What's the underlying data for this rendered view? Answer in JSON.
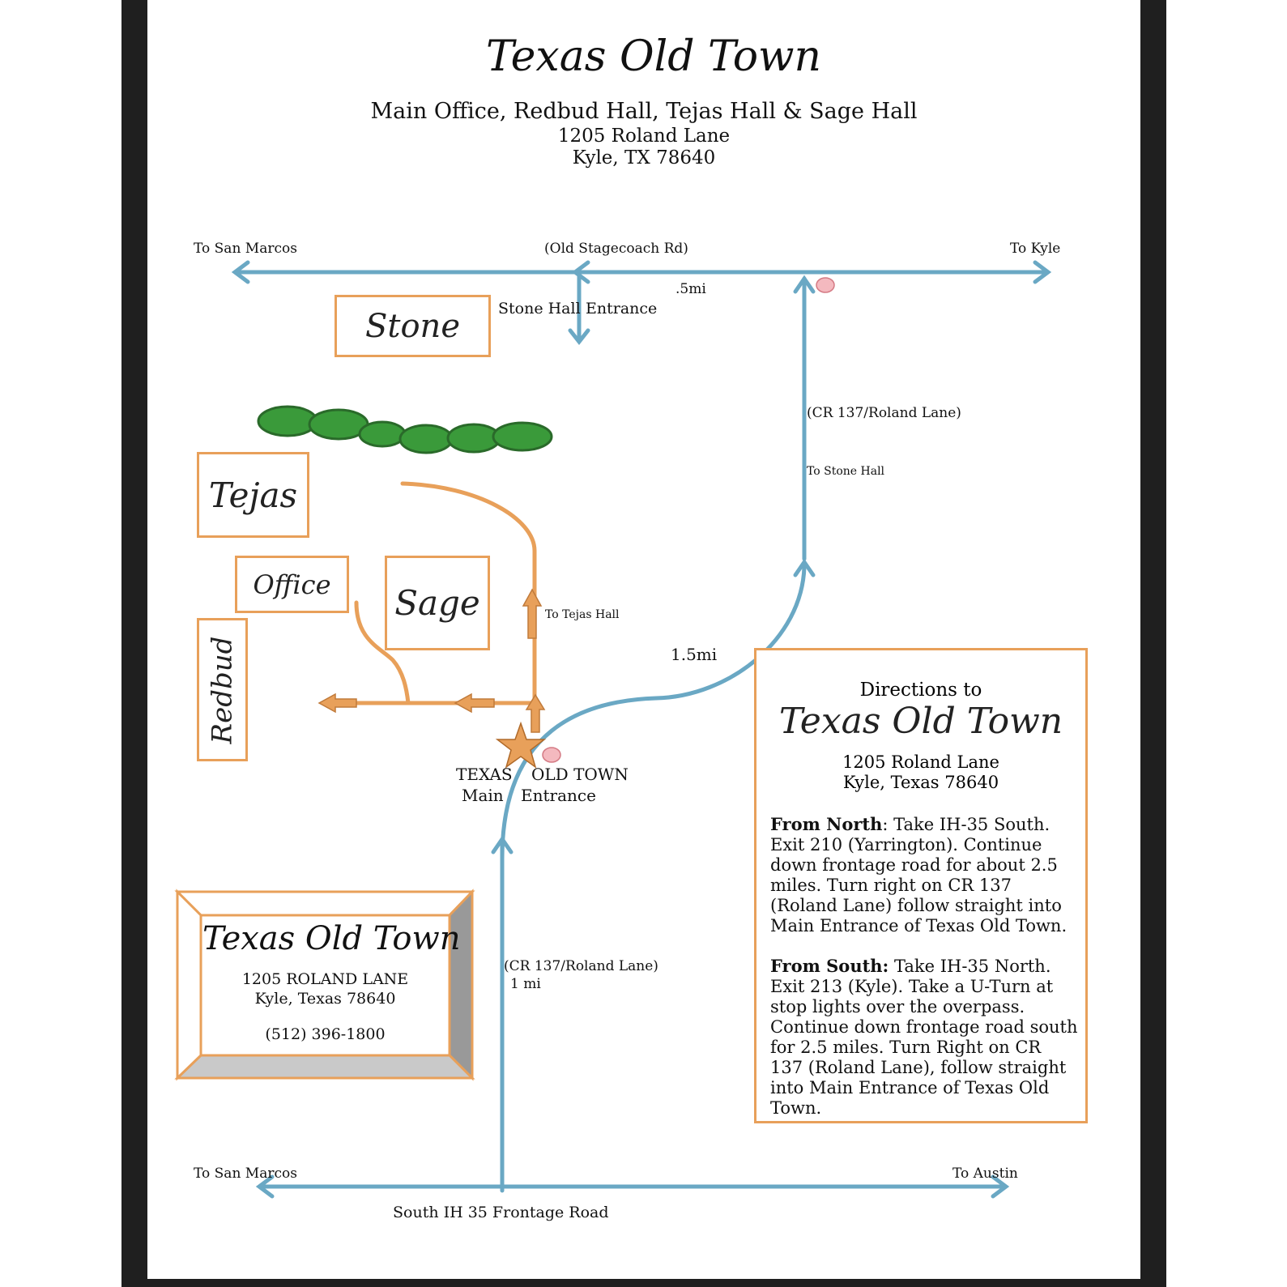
{
  "header": {
    "title": "Texas Old Town",
    "subtitle": "Main Office, Redbud Hall, Tejas Hall & Sage Hall",
    "address1": "1205 Roland Lane",
    "address2": "Kyle, TX 78640"
  },
  "roads": {
    "to_san_marcos_top": "To San Marcos",
    "old_stagecoach": "(Old Stagecoach Rd)",
    "to_kyle": "To Kyle",
    "half_mile": ".5mi",
    "stone_hall": "Stone Hall",
    "stone_entrance": "Entrance",
    "cr137_top": "(CR 137/Roland Lane)",
    "to_stone_hall": "To Stone Hall",
    "to_tejas_hall": "To Tejas Hall",
    "one_half_mile": "1.5mi",
    "texas": "TEXAS",
    "old_town": "OLD TOWN",
    "main": "Main",
    "entrance": "Entrance",
    "cr137_bottom": "(CR 137/Roland Lane)",
    "one_mile": "1 mi",
    "to_san_marcos_bottom": "To San Marcos",
    "to_austin": "To Austin",
    "frontage": "South IH 35 Frontage Road"
  },
  "buildings": {
    "stone": "Stone",
    "tejas": "Tejas",
    "office": "Office",
    "sage": "Sage",
    "redbud": "Redbud"
  },
  "card": {
    "title": "Texas Old Town",
    "line1": "1205 ROLAND LANE",
    "line2": "Kyle, Texas 78640",
    "phone": "(512) 396-1800"
  },
  "directions": {
    "heading": "Directions to",
    "title": "Texas Old Town",
    "address1": "1205 Roland Lane",
    "address2": "Kyle, Texas 78640",
    "north_label": "From North",
    "north_text": ": Take IH-35 South. Exit 210 (Yarrington). Continue down frontage road for about 2.5 miles. Turn right on CR 137 (Roland Lane) follow straight into Main Entrance of Texas Old Town.",
    "south_label": "From South:",
    "south_text": " Take IH-35 North. Exit 213 (Kyle). Take a U-Turn at stop lights over the overpass. Continue down frontage road south for 2.5 miles. Turn Right on CR 137 (Roland Lane), follow straight into Main Entrance of Texas Old Town."
  },
  "colors": {
    "road": "#6aa8c4",
    "path": "#e8a05a",
    "tree": "#3a9a3a",
    "border": "#1f1f1f"
  }
}
